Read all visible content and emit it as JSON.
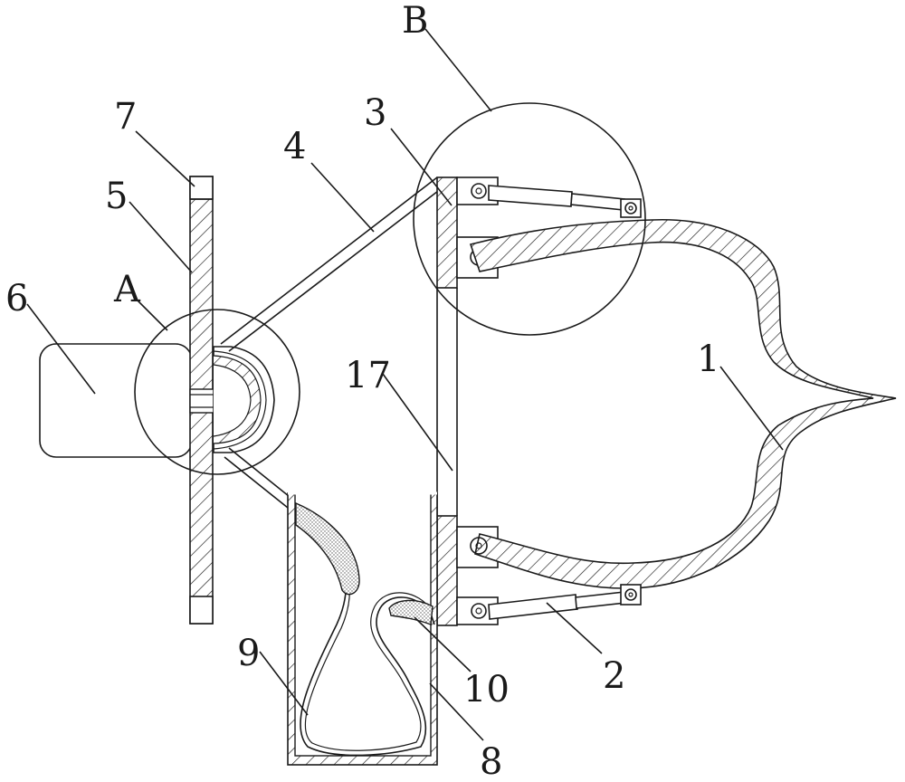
{
  "labels": {
    "l1": "1",
    "l2": "2",
    "l3": "3",
    "l4": "4",
    "l5": "5",
    "l6": "6",
    "l7": "7",
    "l8": "8",
    "l9": "9",
    "l10": "10",
    "l17": "17",
    "lA": "A",
    "lB": "B"
  }
}
